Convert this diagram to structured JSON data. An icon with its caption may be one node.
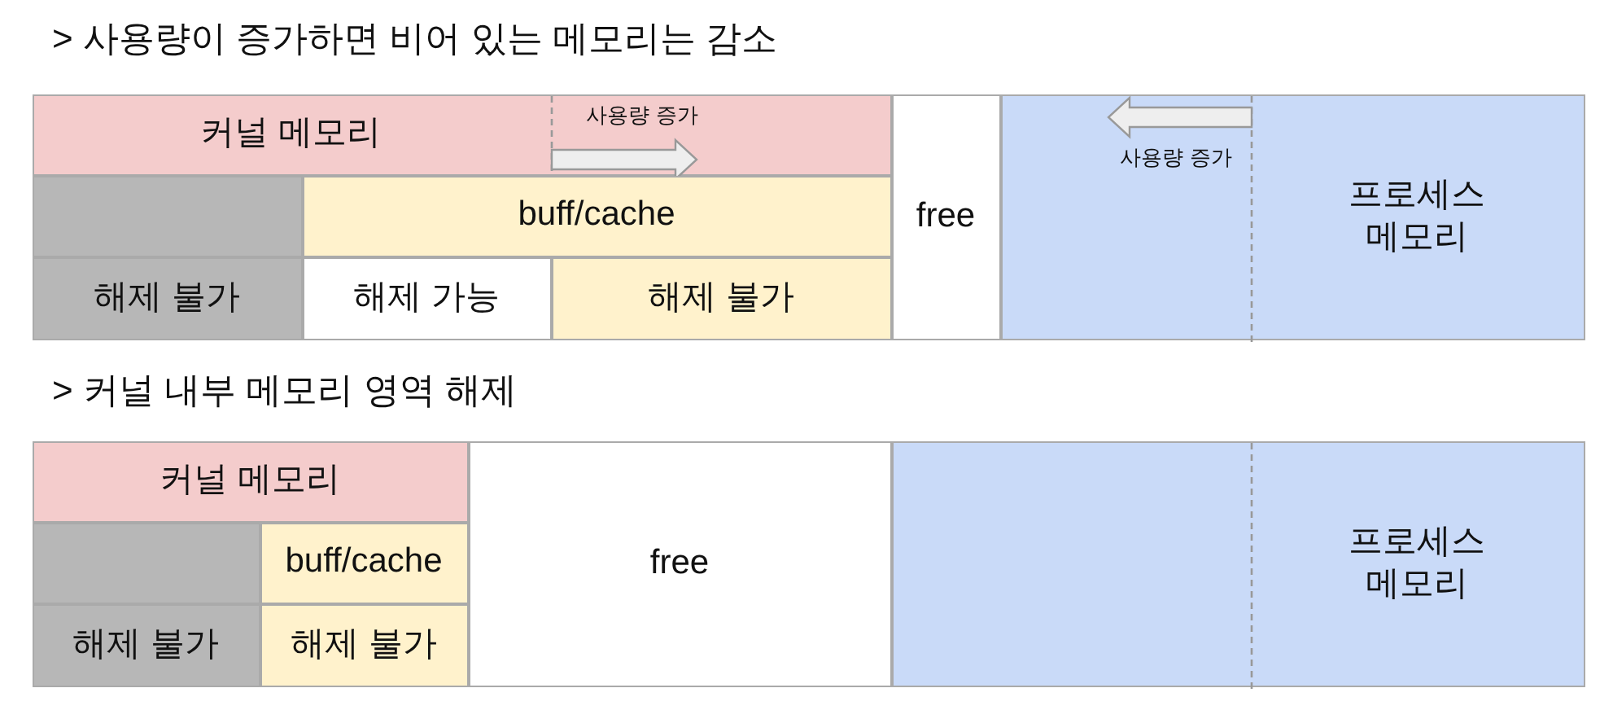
{
  "diagram": {
    "nodes": [
      {
        "text": [
          "커널 메모리",
          "사용량 증가"
        ]
      },
      {
        "text": [],
        "shape": "box"
      },
      {
        "text": [
          "buff/cache"
        ]
      },
      {
        "text": [
          "해제 불가"
        ]
      },
      {
        "text": [
          "해제 가능"
        ]
      },
      {
        "text": [
          "해제 불가"
        ]
      },
      {
        "text": [
          "free"
        ]
      },
      {
        "text": [
          "프로세스 메모리",
          "사용량 증가"
        ]
      },
      {
        "text": [
          "커널 메모리"
        ]
      },
      {
        "text": [],
        "shape": "box"
      },
      {
        "text": [
          "buff/cache"
        ]
      },
      {
        "text": [
          "해제 불가"
        ]
      },
      {
        "text": [
          "해제 불가"
        ]
      },
      {
        "text": [
          "free"
        ]
      },
      {
        "text": [
          "프로세스 메모리"
        ]
      }
    ],
    "labels": [
      "> 사용량이 증가하면 비어 있는 메모리는 감소",
      "> 커널 내부 메모리 영역 해제"
    ]
  }
}
